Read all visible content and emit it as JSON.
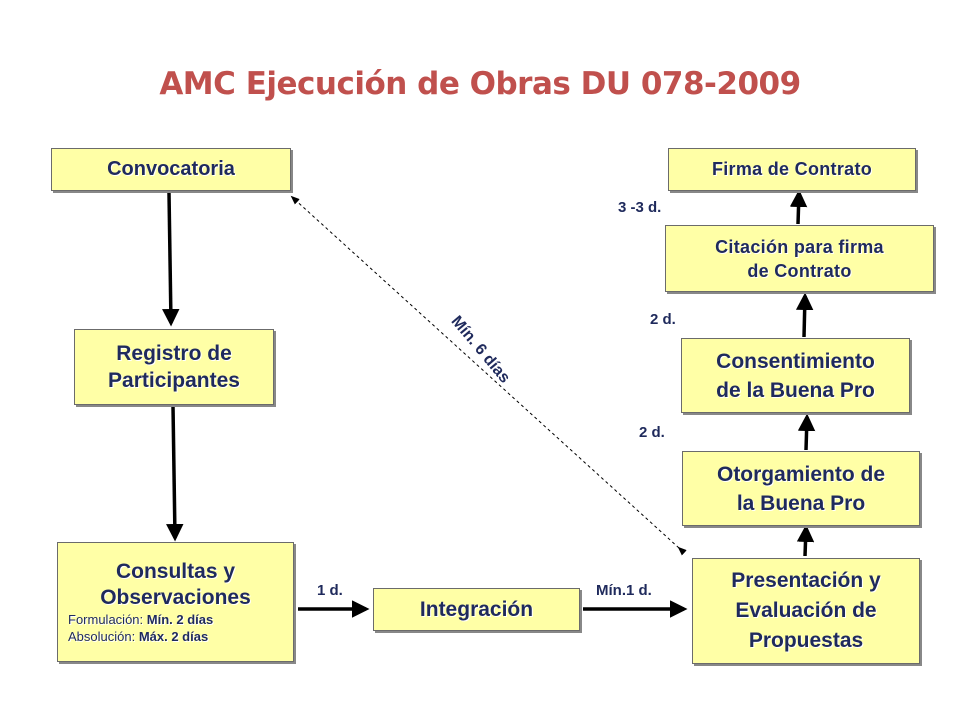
{
  "title": "AMC Ejecución de Obras DU 078-2009",
  "boxes": {
    "convocatoria": "Convocatoria",
    "registro_line1": "Registro de",
    "registro_line2": "Participantes",
    "consultas_line1": "Consultas y",
    "consultas_line2": "Observaciones",
    "formulacion_label": "Formulación: ",
    "formulacion_value": "Mín. 2 días",
    "absolucion_label": "Absolución: ",
    "absolucion_value": "Máx. 2 días",
    "integracion": "Integración",
    "presentacion_line1": "Presentación y",
    "presentacion_line2": "Evaluación de",
    "presentacion_line3": "Propuestas",
    "otorgamiento_line1": "Otorgamiento de",
    "otorgamiento_line2": "la Buena Pro",
    "consentimiento_line1": "Consentimiento",
    "consentimiento_line2": "de la Buena Pro",
    "citacion_line1": "Citación para firma",
    "citacion_line2": "de Contrato",
    "firma": "Firma de Contrato"
  },
  "durations": {
    "consultas_to_integracion": "1 d.",
    "integracion_to_presentacion": "Mín.1 d.",
    "otorgamiento_to_consentimiento": "2 d.",
    "consentimiento_to_citacion": "2 d.",
    "citacion_to_firma": "3 -3 d.",
    "diagonal": "Mín. 6 días"
  },
  "colors": {
    "title": "#c0504d",
    "box_fill": "#ffffa6",
    "text": "#1f2a5c"
  }
}
